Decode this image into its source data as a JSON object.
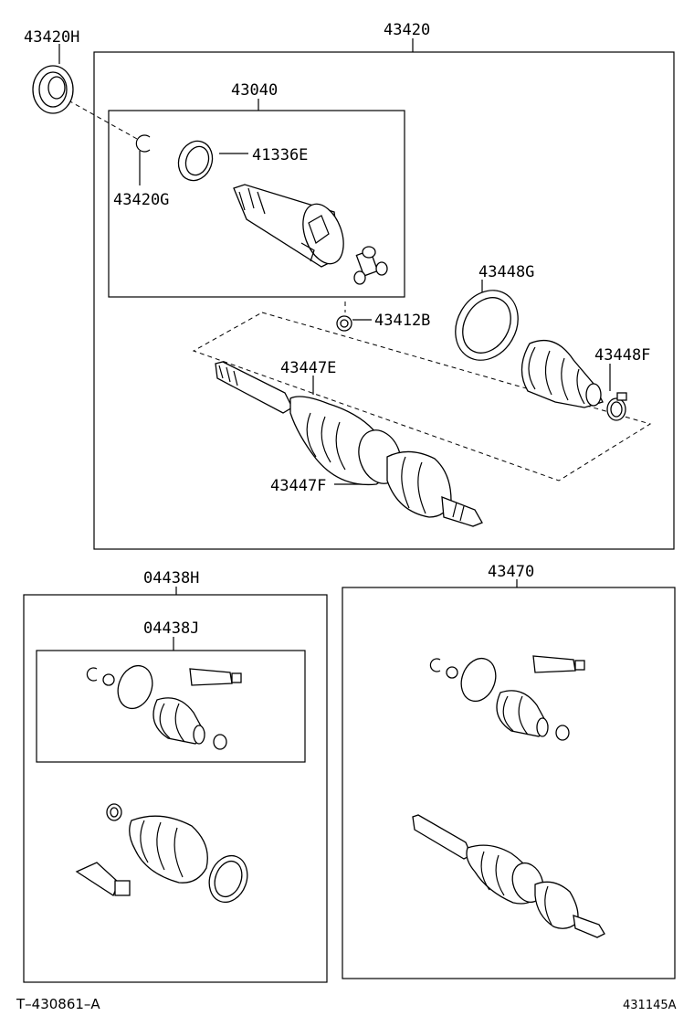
{
  "labels": {
    "p43420": "43420",
    "p43420H": "43420H",
    "p43040": "43040",
    "p41336E": "41336E",
    "p43420G": "43420G",
    "p43448G": "43448G",
    "p43412B": "43412B",
    "p43448F": "43448F",
    "p43447E": "43447E",
    "p43447F": "43447F",
    "p04438H": "04438H",
    "p04438J": "04438J",
    "p43470": "43470"
  },
  "footer": {
    "left_code": "T–430861–A",
    "right_code": "431145A"
  }
}
